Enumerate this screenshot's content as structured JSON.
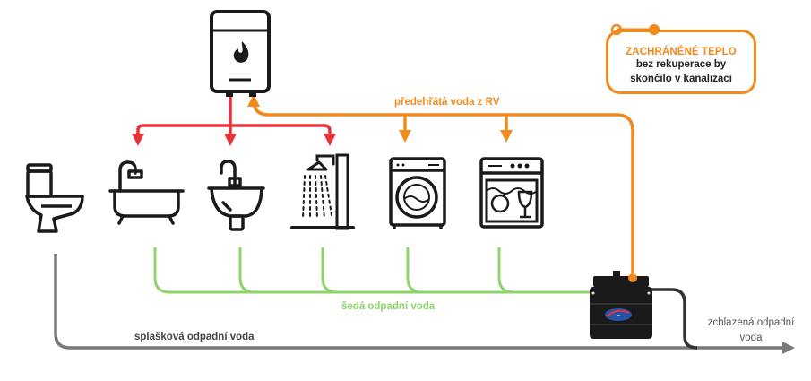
{
  "colors": {
    "hot": "#e8333a",
    "preheated": "#f08a1c",
    "grey_water": "#8fd46a",
    "black_water": "#7a7a7a",
    "cooled": "#333333",
    "icon": "#1a1a1a"
  },
  "labels": {
    "preheated_water": "předehřátá voda z RV",
    "grey_water": "šedá odpadní voda",
    "black_water": "splašková odpadní voda",
    "cooled_water_line1": "zchlazená odpadní",
    "cooled_water_line2": "voda"
  },
  "callout": {
    "title": "ZACHRÁNĚNÉ TEPLO",
    "line1": "bez rekuperace by",
    "line2": "skončilo v kanalizaci"
  },
  "icons": {
    "heater": "water-heater-icon",
    "toilet": "toilet-icon",
    "bathtub": "bathtub-icon",
    "sink": "sink-icon",
    "shower": "shower-icon",
    "washer": "washing-machine-icon",
    "dishwasher": "dishwasher-icon",
    "recuperator": "heat-recovery-tank-icon"
  }
}
